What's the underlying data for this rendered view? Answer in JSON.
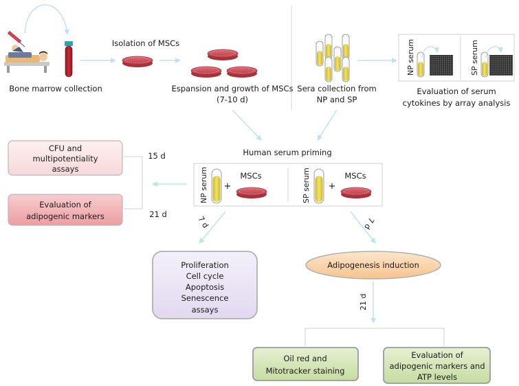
{
  "labels": {
    "bone_marrow": "Bone marrow collection",
    "isolation": "Isolation of MSCs",
    "expansion_line1": "Espansion and growth of MSCs",
    "expansion_line2": "(7-10 d)",
    "sera_line1": "Sera collection from",
    "sera_line2": "NP and SP",
    "eval_serum_line1": "Evaluation of serum",
    "eval_serum_line2": "cytokines by array analysis",
    "array_np": "NP serum",
    "array_sp": "SP serum",
    "priming": "Human serum priming",
    "priming_np": "NP serum",
    "priming_sp": "SP serum",
    "plus": "+",
    "mscs": "MSCs",
    "cfu_line1": "CFU and",
    "cfu_line2": "multipotentiality",
    "cfu_line3": "assays",
    "adipo_eval_line1": "Evaluation of",
    "adipo_eval_line2": "adipogenic markers",
    "day_15": "15 d",
    "day_21_left": "21 d",
    "day_7_left": "7 d",
    "day_7_right": "7 d",
    "prolif_line1": "Proliferation",
    "prolif_line2": "Cell cycle",
    "prolif_line3": "Apoptosis",
    "prolif_line4": "Senescence",
    "prolif_line5": "assays",
    "adipo_induction": "Adipogenesis induction",
    "day_21_right": "21 d",
    "oil_line1": "Oil red and",
    "oil_line2": "Mitotracker staining",
    "final_line1": "Evaluation of",
    "final_line2": "adipogenic markers and",
    "final_line3": "ATP levels"
  },
  "colors": {
    "arrow": "#bfe3ea",
    "pink_box": "#fbe4e5",
    "red_box": "#f2b8bb",
    "lavender_box": "#ece6f6",
    "green_box": "#d5e6b8",
    "orange_ellipse": "#f9d6ad",
    "serum_yellow": "#e8d84a",
    "dish_red": "#d45a63",
    "blood": "#b41e2a",
    "tube_cap": "#2aa5b0"
  },
  "icons": [
    "patient-icon",
    "syringe-icon",
    "blood-tube-icon",
    "petri-dish-icon",
    "serum-tube-icon",
    "array-grid-icon"
  ]
}
